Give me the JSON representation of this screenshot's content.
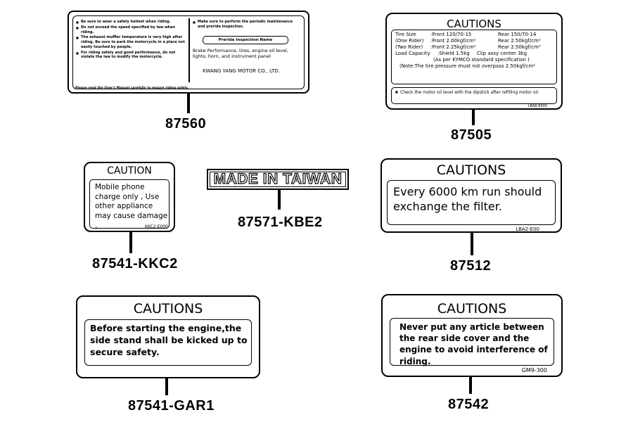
{
  "labels": {
    "l87560": {
      "part_number": "87560",
      "left_items": [
        "Be sure to wear a safety helmet when riding.",
        "Do not exceed the speed specified by law when riding.",
        "The exhaust muffler temperature is very high after riding. Be sure to park the motorcycle in a place not easily touched by people.",
        "For riding safety and good performance, do not violate the law to modify the motorcycle."
      ],
      "right_item": "Make sure to perform the periodic maintenance and prerida inspection.",
      "inspection_title": "Prerida Inspection Name",
      "inspection_items": "Brake Performance, tires, engine oil level, lights, horn, and instrument panel",
      "maker": "KWANG YANG MOTOR CO., LTD.",
      "footer": "Please read the User's Manual carefully to ensure riding safely."
    },
    "l87505": {
      "part_number": "87505",
      "title": "CAUTIONS",
      "rows": [
        {
          "left": "Tire Size",
          "mid": ":Front 120/70-15",
          "right": "Rear 150/70-14"
        },
        {
          "left": "(One Rider)",
          "mid": ":Front 2.00kgf/cm²",
          "right": "Rear 2.50kgf/cm²"
        },
        {
          "left": "(Two Rider)",
          "mid": ":Front 2.25kgf/cm²",
          "right": "Rear 2.50kgf/cm²"
        },
        {
          "left": "Load Capacity",
          "mid": ":Shield 1.5kg",
          "right": "Clip assy center 3kg"
        }
      ],
      "spec_note": "(As per KYMCO standard specification )",
      "pressure_note": "(Note:The tire pressure must not overpass 2.50kgf/cm²",
      "oil_note": "Check the motor oil level with the dipstick after refilling motor oil.",
      "code": "LBA8-E600"
    },
    "l87541kkc2": {
      "part_number": "87541-KKC2",
      "title": "CAUTION",
      "body": "Mobile phone charge only , Use other appliance may cause damage .",
      "code": "KKC2-E000"
    },
    "l87571": {
      "part_number": "87571-KBE2",
      "text": "MADE IN TAIWAN"
    },
    "l87512": {
      "part_number": "87512",
      "title": "CAUTIONS",
      "body": "Every 6000 km run should exchange the filter.",
      "code": "LBA2-E00"
    },
    "l87541gar1": {
      "part_number": "87541-GAR1",
      "title": "CAUTIONS",
      "body": "Before starting the engine,the side stand shall be kicked up to secure safety."
    },
    "l87542": {
      "part_number": "87542",
      "title": "CAUTIONS",
      "body": "Never put any article between the rear side cover and the engine to avoid interference of riding.",
      "code": "GM9-300"
    }
  }
}
